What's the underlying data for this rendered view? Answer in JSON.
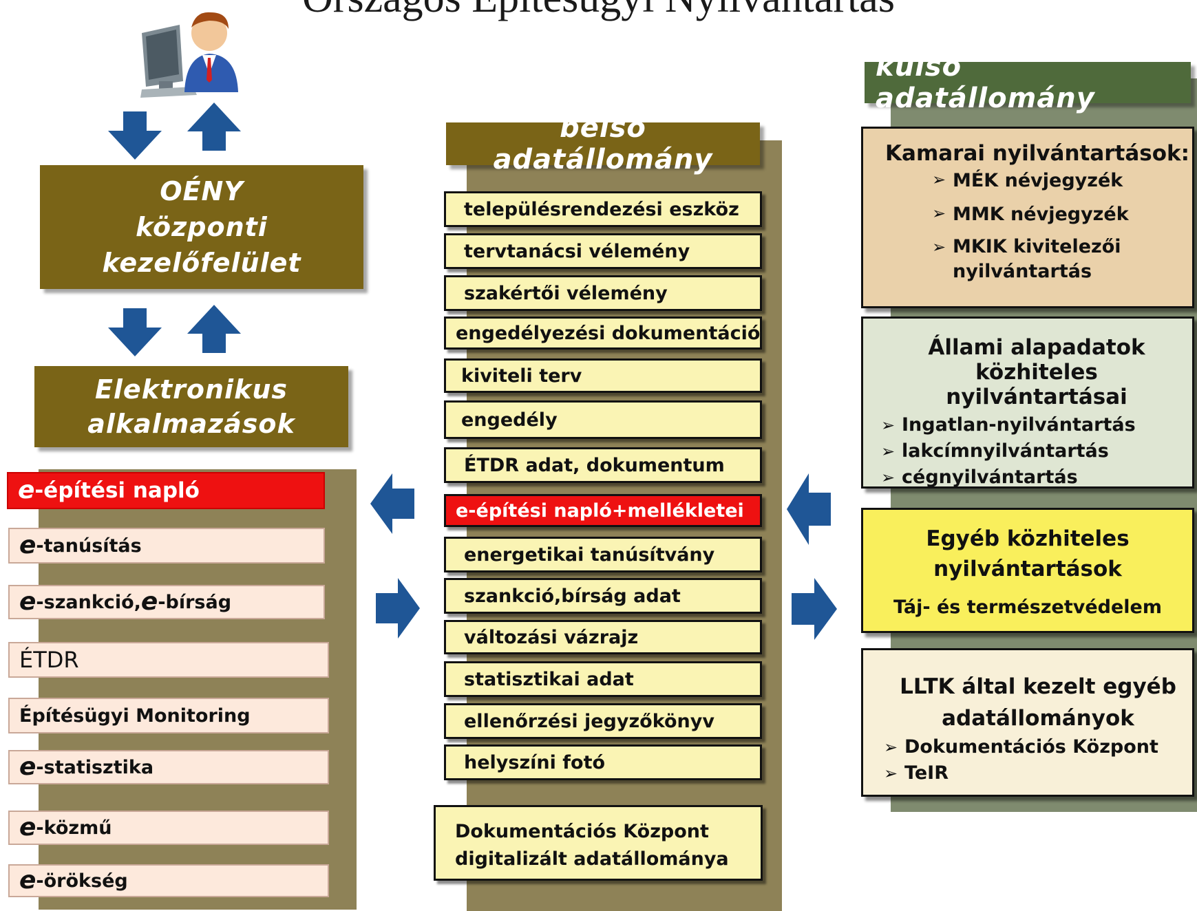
{
  "title": "Országos Építésügyi Nyilvántartás",
  "left": {
    "oeny_lines": [
      "OÉNY",
      "központi",
      "kezelőfelület"
    ],
    "apps_lines": [
      "Elektronikus",
      "alkalmazások"
    ],
    "items": [
      {
        "prefix": "e",
        "text": "-építési napló"
      },
      {
        "prefix": "e",
        "text": "-tanúsítás"
      },
      {
        "prefix": "e",
        "text": "-szankció, ",
        "prefix2": "e",
        "text2": "-bírság"
      },
      {
        "text": "ÉTDR"
      },
      {
        "text": "Építésügyi Monitoring"
      },
      {
        "prefix": "e",
        "text": "-statisztika"
      },
      {
        "prefix": "e",
        "text": "-közmű"
      },
      {
        "prefix": "e",
        "text": "-örökség"
      }
    ]
  },
  "middle": {
    "header": "belső adatállomány",
    "items": [
      "településrendezési eszköz",
      "tervtanácsi vélemény",
      "szakértői vélemény",
      "engedélyezési dokumentáció",
      "kiviteli  terv",
      "engedély",
      "ÉTDR adat, dokumentum",
      "e-építési napló+mellékletei",
      "energetikai  tanúsítvány",
      "szankció,bírság adat",
      "változási vázrajz",
      "statisztikai adat",
      "ellenőrzési jegyzőkönyv",
      "helyszíni fotó"
    ],
    "doc_lines": [
      "Dokumentációs Központ",
      "digitalizált adatállománya"
    ]
  },
  "right": {
    "header": "külső adatállomány",
    "kamarai": {
      "title": "Kamarai nyilvántartások:",
      "items": [
        "MÉK névjegyzék",
        "MMK névjegyzék",
        "MKIK kivitelezői nyilvántartás"
      ]
    },
    "allami": {
      "title_lines": [
        "Állami alapadatok",
        "közhiteles nyilvántartásai"
      ],
      "items": [
        "Ingatlan-nyilvántartás",
        "lakcímnyilvántartás",
        "cégnyilvántartás"
      ]
    },
    "egyeb": {
      "title_lines": [
        "Egyéb közhiteles",
        "nyilvántartások"
      ],
      "subtitle": "Táj- és természetvédelem"
    },
    "lltk": {
      "title_lines": [
        "LLTK által kezelt egyéb",
        "adatállományok"
      ],
      "items": [
        "Dokumentációs Központ",
        "TeIR"
      ]
    }
  },
  "colors": {
    "olive": "#7a6417",
    "green_header": "#4f6a3b",
    "arrow_blue": "#1f5696",
    "item_red": "#ee1111",
    "item_yellow": "#faf4b4",
    "item_pink": "#fde9dc"
  }
}
